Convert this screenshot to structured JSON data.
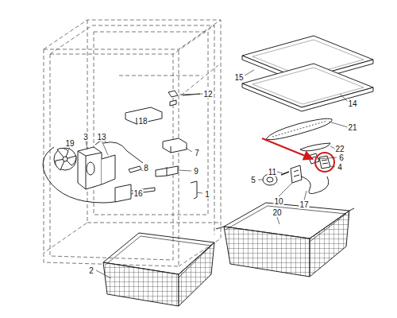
{
  "diagram": {
    "labels": [
      "12",
      "15",
      "14",
      "18",
      "21",
      "3",
      "13",
      "19",
      "22",
      "7",
      "6",
      "4",
      "8",
      "9",
      "11",
      "5",
      "16",
      "1",
      "10",
      "17",
      "20",
      "2"
    ]
  }
}
